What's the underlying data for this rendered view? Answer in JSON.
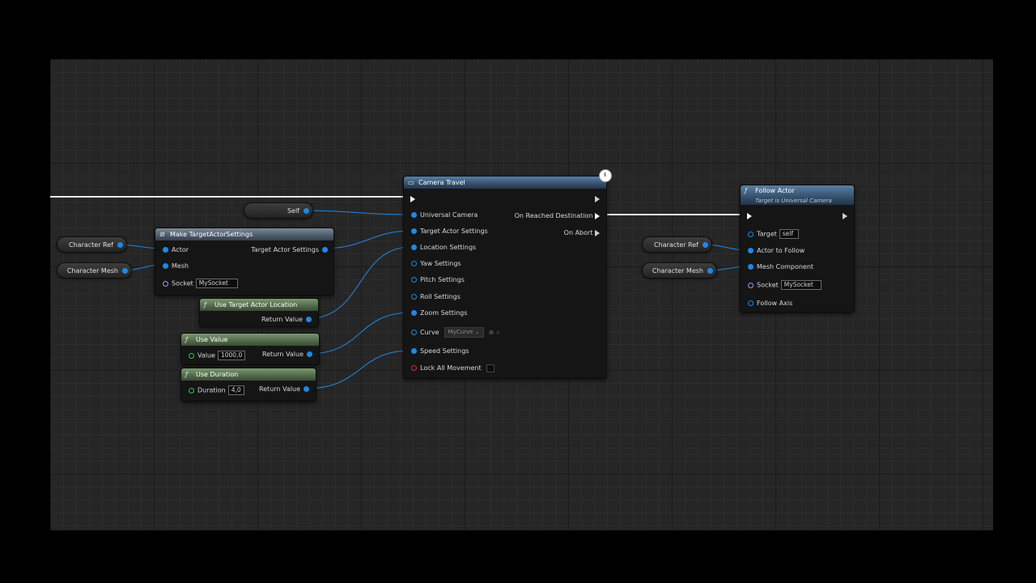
{
  "variables": {
    "self": "Self",
    "character_ref": "Character Ref",
    "character_mesh": "Character Mesh"
  },
  "make_settings": {
    "title": "Make TargetActorSettings",
    "actor": "Actor",
    "mesh": "Mesh",
    "socket": "Socket",
    "socket_value": "MySocket",
    "output": "Target Actor Settings"
  },
  "use_target_location": {
    "title": "Use Target Actor Location",
    "return": "Return Value"
  },
  "use_value": {
    "title": "Use Value",
    "input": "Value",
    "input_value": "1000,0",
    "return": "Return Value"
  },
  "use_duration": {
    "title": "Use Duration",
    "input": "Duration",
    "input_value": "4,0",
    "return": "Return Value"
  },
  "camera_travel": {
    "title": "Camera Travel",
    "inputs": [
      "Universal Camera",
      "Target Actor Settings",
      "Location Settings",
      "Yaw Settings",
      "Pitch Settings",
      "Roll Settings",
      "Zoom Settings"
    ],
    "curve": "Curve",
    "curve_value": "MyCurve",
    "speed": "Speed Settings",
    "lock": "Lock All Movement",
    "on_reached": "On Reached Destination",
    "on_abort": "On Abort"
  },
  "follow_actor": {
    "title": "Follow Actor",
    "subtitle": "Target is Universal Camera",
    "target": "Target",
    "target_value": "self",
    "actor_to_follow": "Actor to Follow",
    "mesh_component": "Mesh Component",
    "socket": "Socket",
    "socket_value": "MySocket",
    "follow_axis": "Follow Axis"
  },
  "colors": {
    "object_pin": "#1e88e5",
    "exec": "#ffffff",
    "float_pin": "#3cbf4c",
    "name_pin": "#b38af0",
    "bool_pin": "#c0392b"
  }
}
